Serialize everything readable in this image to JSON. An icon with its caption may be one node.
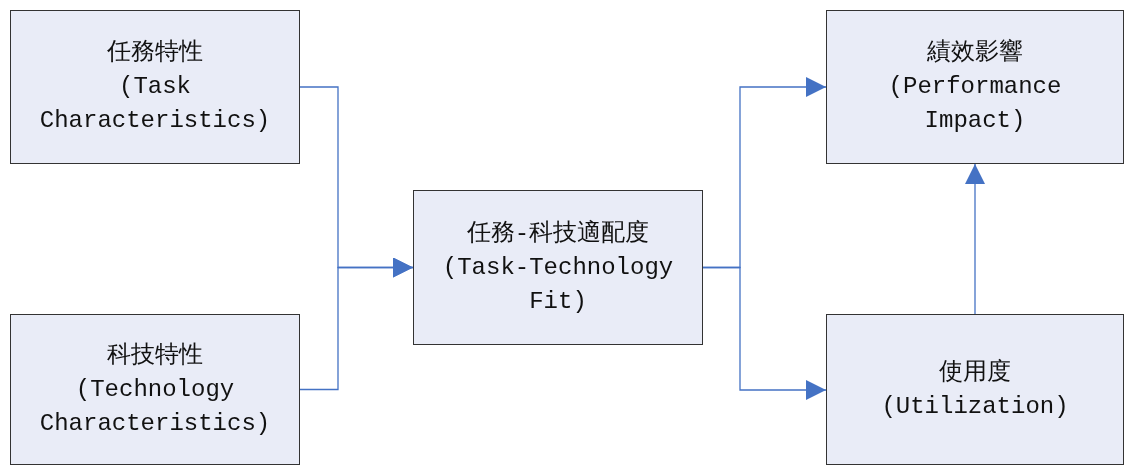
{
  "diagram": {
    "nodes": [
      {
        "text": [
          "任務特性",
          "(Task Characteristics)"
        ]
      },
      {
        "text": [
          "科技特性",
          "(Technology Characteristics)"
        ]
      },
      {
        "text": [
          "任務-科技適配度",
          "(Task-Technology Fit)"
        ]
      },
      {
        "text": [
          "績效影響",
          "(Performance Impact)"
        ]
      },
      {
        "text": [
          "使用度",
          "(Utilization)"
        ]
      }
    ],
    "edges": [
      {
        "from": 0,
        "to": 2,
        "arrow": "to"
      },
      {
        "from": 1,
        "to": 2,
        "arrow": "to"
      },
      {
        "from": 2,
        "to": 3,
        "arrow": "to"
      },
      {
        "from": 2,
        "to": 4,
        "arrow": "to"
      },
      {
        "from": 4,
        "to": 3,
        "arrow": "to"
      }
    ]
  }
}
